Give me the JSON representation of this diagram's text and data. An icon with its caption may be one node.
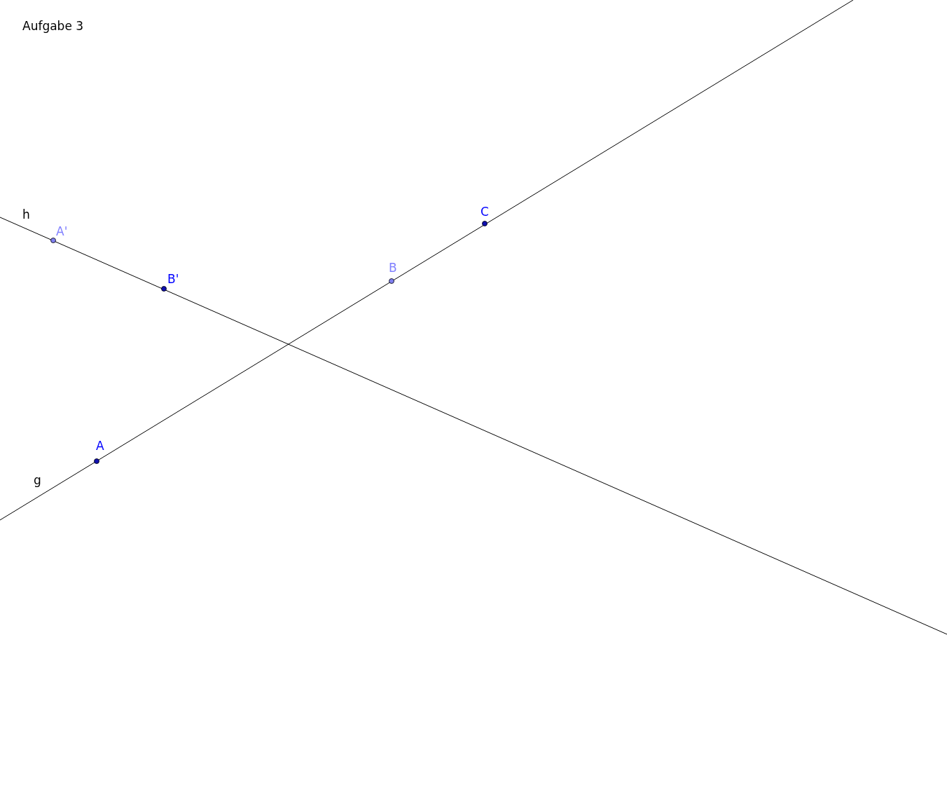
{
  "diagram": {
    "title": "Aufgabe 3",
    "nodes": [
      {
        "text": [
          "C"
        ]
      },
      {
        "text": [
          "A'"
        ]
      },
      {
        "text": [
          "B"
        ]
      },
      {
        "text": [
          "B'"
        ]
      },
      {
        "text": [
          "A"
        ]
      }
    ],
    "labels": [
      "h",
      "g"
    ]
  }
}
